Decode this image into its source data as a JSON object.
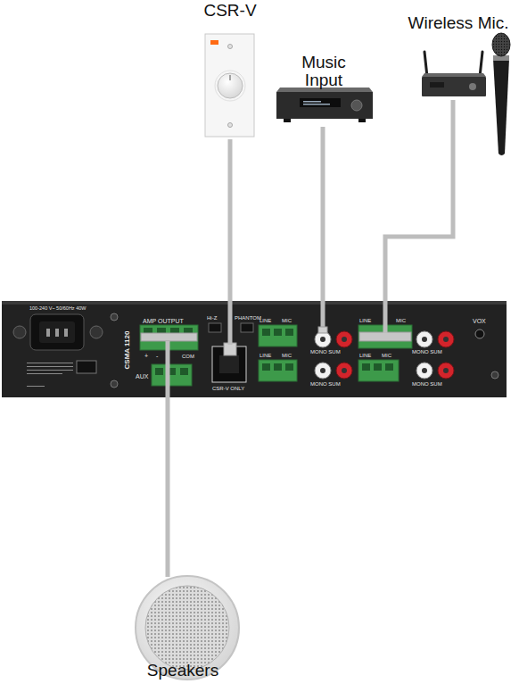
{
  "diagram": {
    "nodes": [
      {
        "text": [
          "CSR-V"
        ]
      },
      {
        "text": [
          "Music Input"
        ]
      },
      {
        "text": [
          "Wireless Mic."
        ]
      },
      {
        "text": [
          "CSMA 1120"
        ]
      },
      {
        "text": [
          "Speakers"
        ]
      }
    ],
    "edges": [
      {
        "from": 0,
        "to": 3,
        "arrow": "none"
      },
      {
        "from": 1,
        "to": 3,
        "arrow": "none"
      },
      {
        "from": 2,
        "to": 3,
        "arrow": "none"
      },
      {
        "from": 3,
        "to": 4,
        "arrow": "none"
      }
    ],
    "labels": [
      "100-240 V~ 50/60Hz 40W",
      "AMP OUTPUT",
      "AUX",
      "Hi-Z",
      "PHANTOM",
      "CSR-V ONLY",
      "LINE",
      "MIC",
      "LINE",
      "MIC",
      "MONO SUM",
      "MONO SUM",
      "LINE",
      "MIC",
      "LINE",
      "MIC",
      "MONO SUM",
      "MONO SUM",
      "VOX",
      "+",
      "-",
      "COM"
    ]
  }
}
